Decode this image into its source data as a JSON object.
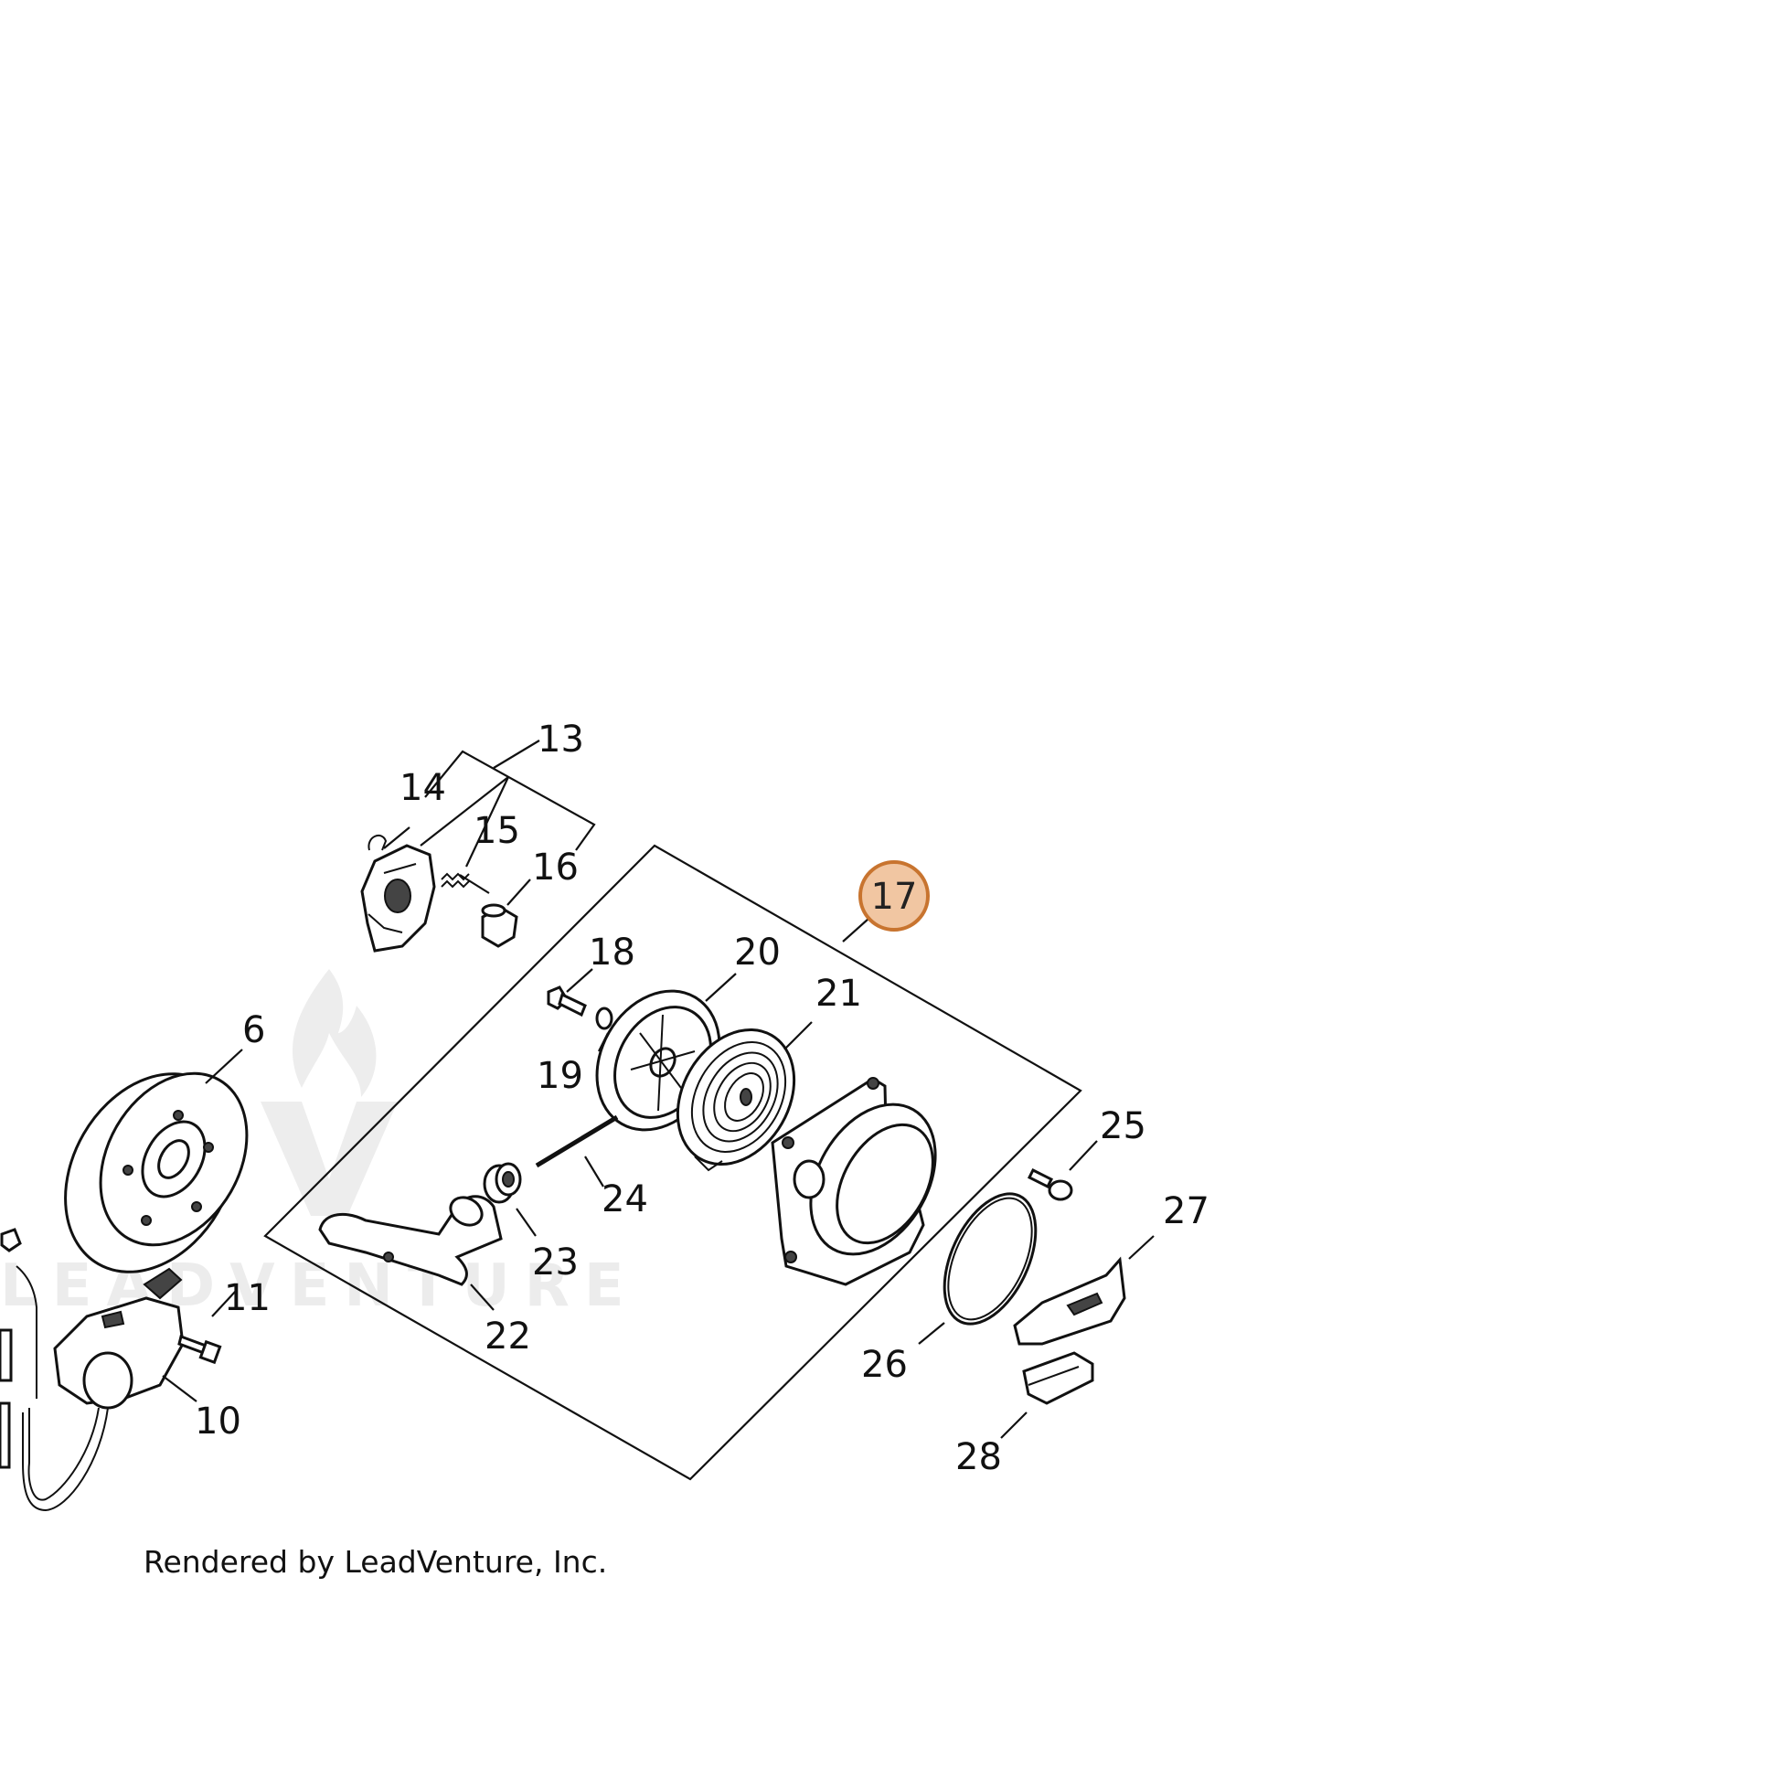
{
  "callouts": [
    {
      "id": "6",
      "label": "6"
    },
    {
      "id": "10",
      "label": "10"
    },
    {
      "id": "11",
      "label": "11"
    },
    {
      "id": "13",
      "label": "13"
    },
    {
      "id": "14",
      "label": "14"
    },
    {
      "id": "15",
      "label": "15"
    },
    {
      "id": "16",
      "label": "16"
    },
    {
      "id": "17",
      "label": "17",
      "highlighted": true
    },
    {
      "id": "18",
      "label": "18"
    },
    {
      "id": "19",
      "label": "19"
    },
    {
      "id": "20",
      "label": "20"
    },
    {
      "id": "21",
      "label": "21"
    },
    {
      "id": "22",
      "label": "22"
    },
    {
      "id": "23",
      "label": "23"
    },
    {
      "id": "24",
      "label": "24"
    },
    {
      "id": "25",
      "label": "25"
    },
    {
      "id": "26",
      "label": "26"
    },
    {
      "id": "27",
      "label": "27"
    },
    {
      "id": "28",
      "label": "28"
    }
  ],
  "credit": "Rendered by LeadVenture, Inc.",
  "watermark": "LEADVENTURE",
  "colors": {
    "highlight_fill": "#f1c6a2",
    "highlight_stroke": "#c8742f",
    "line": "#111111",
    "watermark": "#ececec"
  }
}
